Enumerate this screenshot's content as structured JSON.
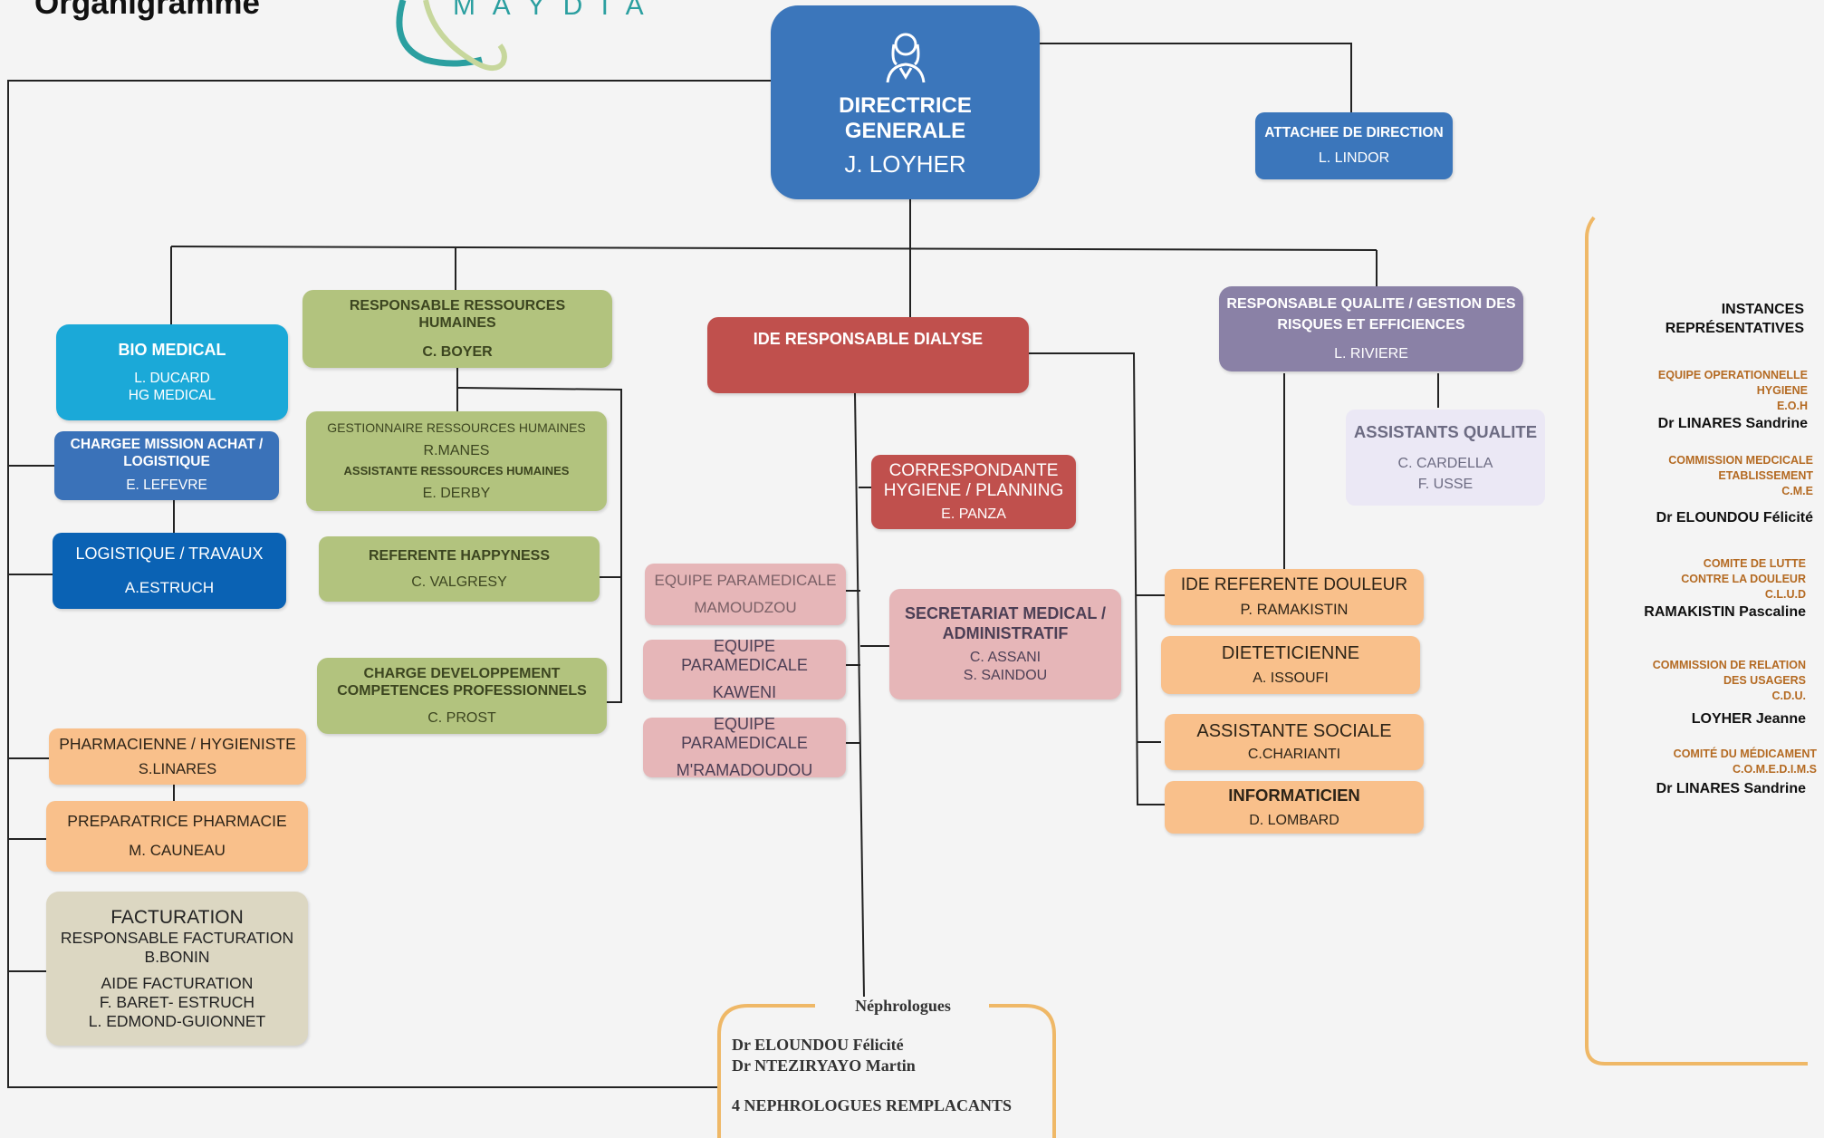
{
  "header": {
    "title": "Organigramme",
    "logo_text": "M A Y D I A"
  },
  "director": {
    "icon": "user-icon",
    "role": "DIRECTRICE GENERALE",
    "name": "J. LOYHER"
  },
  "attachee": {
    "role": "ATTACHEE DE  DIRECTION",
    "name": "L. LINDOR"
  },
  "left_column": {
    "bio": {
      "role": "BIO MEDICAL",
      "line1": "L. DUCARD",
      "line2": "HG MEDICAL"
    },
    "achat": {
      "role1": "CHARGEE MISSION ACHAT /",
      "role2": "LOGISTIQUE",
      "name": "E. LEFEVRE"
    },
    "logistique": {
      "role": "LOGISTIQUE / TRAVAUX",
      "name": "A.ESTRUCH"
    },
    "pharma": {
      "role": "PHARMACIENNE / HYGIENISTE",
      "name": "S.LINARES"
    },
    "preparatrice": {
      "role": "PREPARATRICE PHARMACIE",
      "name": "M. CAUNEAU"
    },
    "facturation": {
      "title": "FACTURATION",
      "role1": "RESPONSABLE FACTURATION",
      "name1": "B.BONIN",
      "role2": "AIDE FACTURATION",
      "name2": "F. BARET- ESTRUCH",
      "name3": "L. EDMOND-GUIONNET"
    }
  },
  "rh_column": {
    "rrh": {
      "role1": "RESPONSABLE RESSOURCES",
      "role2": "HUMAINES",
      "name": "C. BOYER"
    },
    "grh": {
      "role1": "GESTIONNAIRE  RESSOURCES  HUMAINES",
      "name1": "R.MANES",
      "role2": "ASSISTANTE RESSOURCES HUMAINES",
      "name2": "E. DERBY"
    },
    "happy": {
      "role": "REFERENTE HAPPYNESS",
      "name": "C. VALGRESY"
    },
    "dev": {
      "role1": "CHARGE DEVELOPPEMENT",
      "role2": "COMPETENCES PROFESSIONNELS",
      "name": "C. PROST"
    }
  },
  "dialyse_column": {
    "ide": {
      "role": "IDE RESPONSABLE DIALYSE"
    },
    "correspondante": {
      "role1": "CORRESPONDANTE",
      "role2": "HYGIENE / PLANNING",
      "name": "E. PANZA"
    },
    "equipes": [
      {
        "role": "EQUIPE PARAMEDICALE",
        "site": "MAMOUDZOU"
      },
      {
        "role": "EQUIPE PARAMEDICALE",
        "site": "KAWENI"
      },
      {
        "role": "EQUIPE PARAMEDICALE",
        "site": "M'RAMADOUDOU"
      }
    ],
    "secretariat": {
      "role1": "SECRETARIAT MEDICAL /",
      "role2": "ADMINISTRATIF",
      "name1": "C. ASSANI",
      "name2": "S. SAINDOU"
    }
  },
  "qualite_column": {
    "rq": {
      "role1": "RESPONSABLE QUALITE / GESTION DES",
      "role2": "RISQUES ET EFFICIENCES",
      "name": "L. RIVIERE"
    },
    "assistants": {
      "role": "ASSISTANTS QUALITE",
      "name1": "C. CARDELLA",
      "name2": "F. USSE"
    },
    "douleur": {
      "role": "IDE REFERENTE DOULEUR",
      "name": "P. RAMAKISTIN"
    },
    "dieteticienne": {
      "role": "DIETETICIENNE",
      "name": "A. ISSOUFI"
    },
    "assistante_sociale": {
      "role": "ASSISTANTE SOCIALE",
      "name": "C.CHARIANTI"
    },
    "informaticien": {
      "role": "INFORMATICIEN",
      "name": "D. LOMBARD"
    }
  },
  "nephrologues": {
    "title": "Néphrologues",
    "doc1": "Dr ELOUNDOU Félicité",
    "doc2": "Dr NTEZIRYAYO Martin",
    "replacements": "4 NEPHROLOGUES REMPLACANTS"
  },
  "instances": {
    "title1": "INSTANCES",
    "title2": "REPRÉSENTATIVES",
    "items": [
      {
        "l1": "EQUIPE OPERATIONNELLE",
        "l2": "HYGIENE",
        "l3": "E.O.H",
        "person": "Dr LINARES Sandrine"
      },
      {
        "l1": "COMMISSION MEDCICALE",
        "l2": "ETABLISSEMENT",
        "l3": "C.M.E",
        "person": "Dr ELOUNDOU Félicité"
      },
      {
        "l1": "COMITE DE LUTTE",
        "l2": "CONTRE LA DOULEUR",
        "l3": "C.L.U.D",
        "person": "RAMAKISTIN Pascaline"
      },
      {
        "l1": "COMMISSION DE  RELATION",
        "l2": "DES USAGERS",
        "l3": "C.D.U.",
        "person": "LOYHER Jeanne"
      },
      {
        "l1": "COMITÉ DU MÉDICAMENT",
        "l2": "C.O.M.E.D.I.M.S",
        "l3": "",
        "person": "Dr LINARES Sandrine"
      }
    ]
  },
  "colors": {
    "director": "#3b76bb",
    "bio": "#1ba9d8",
    "rh": "#b2c37e",
    "dialyse": "#c0504d",
    "paramedical": "#e6b6b8",
    "qualite": "#8a81a6",
    "orange": "#f9c08b",
    "beige": "#dcd7c2",
    "bracket": "#efb867"
  }
}
